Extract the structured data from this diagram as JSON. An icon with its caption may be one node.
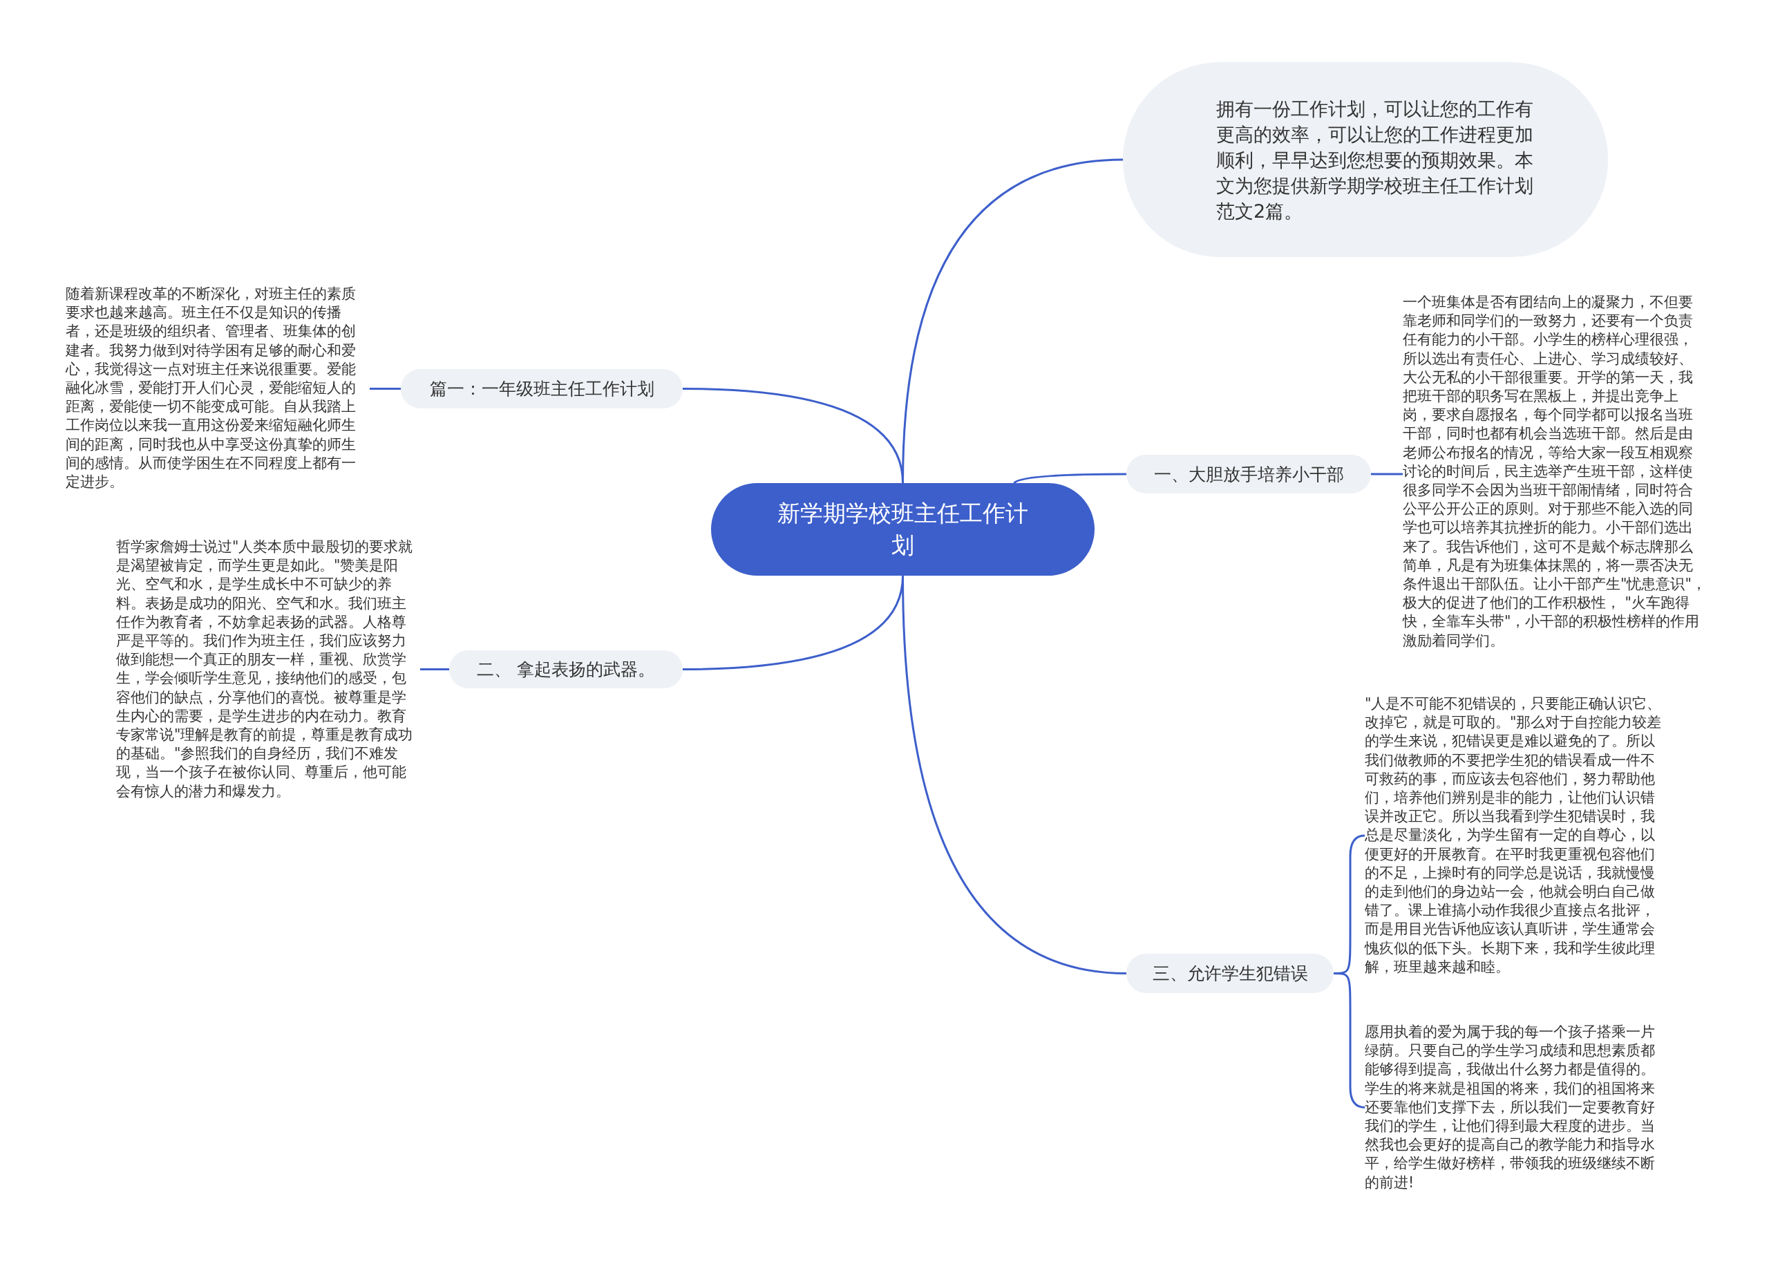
{
  "diagram": {
    "nodes": [
      {
        "text": [
          "新学期学校班主任工作计划"
        ]
      },
      {
        "text": [
          "拥有一份工作计划，可以让您的工作有更高的效率，可以让您的工作进程更加顺利，早早达到您想要的预期效果。本文为您提供新学期学校班主任工作计划范文2篇。"
        ]
      },
      {
        "text": [
          "篇一：一年级班主任工作计划"
        ]
      },
      {
        "text": [
          "随着新课程改革的不断深化，对班主任的素质要求也越来越高。班主任不仅是知识的传播者，还是班级的组织者、管理者、班集体的创建者。我努力做到对待学困有足够的耐心和爱心，我觉得这一点对班主任来说很重要。爱能融化冰雪，爱能打开人们心灵，爱能缩短人的距离，爱能使一切不能变成可能。自从我踏上工作岗位以来我一直用这份爱来缩短融化师生间的距离，同时我也从中享受这份真挚的师生间的感情。从而使学困生在不同程度上都有一定进步。"
        ]
      },
      {
        "text": [
          "一、大胆放手培养小干部"
        ]
      },
      {
        "text": [
          "一个班集体是否有团结向上的凝聚力，不但要靠老师和同学们的一致努力，还要有一个负责任有能力的小干部。小学生的榜样心理很强，所以选出有责任心、上进心、学习成绩较好、大公无私的小干部很重要。开学的第一天，我把班干部的职务写在黑板上，并提出竞争上岗，要求自愿报名，每个同学都可以报名当班干部，同时也都有机会当选班干部。然后是由老师公布报名的情况，等给大家一段互相观察讨论的时间后，民主选举产生班干部，这样使很多同学不会因为当班干部闹情绪，同时符合公平公开公正的原则。对于那些不能入选的同学也可以培养其抗挫折的能力。小干部们选出来了。我告诉他们，这可不是戴个标志牌那么简单，凡是有为班集体抹黑的，将一票否决无条件退出干部队伍。让小干部产生\"忧患意识\"，极大的促进了他们的工作积极性， \"火车跑得快，全靠车头带\"，小干部的积极性榜样的作用激励着同学们。"
        ]
      },
      {
        "text": [
          "二、 拿起表扬的武器。"
        ]
      },
      {
        "text": [
          "哲学家詹姆士说过\"人类本质中最殷切的要求就是渴望被肯定，而学生更是如此。\"赞美是阳光、空气和水，是学生成长中不可缺少的养料。表扬是成功的阳光、空气和水。我们班主任作为教育者，不妨拿起表扬的武器。人格尊严是平等的。我们作为班主任，我们应该努力做到能想一个真正的朋友一样，重视、欣赏学生，学会倾听学生意见，接纳他们的感受，包容他们的缺点，分享他们的喜悦。被尊重是学生内心的需要，是学生进步的内在动力。教育专家常说\"理解是教育的前提，尊重是教育成功的基础。\"参照我们的自身经历，我们不难发现，当一个孩子在被你认同、尊重后，他可能会有惊人的潜力和爆发力。"
        ]
      },
      {
        "text": [
          "三、允许学生犯错误"
        ]
      },
      {
        "text": [
          "\"人是不可能不犯错误的，只要能正确认识它、改掉它，就是可取的。\"那么对于自控能力较差的学生来说，犯错误更是难以避免的了。所以我们做教师的不要把学生犯的错误看成一件不可救药的事，而应该去包容他们，努力帮助他们，培养他们辨别是非的能力，让他们认识错误并改正它。所以当我看到学生犯错误时，我总是尽量淡化，为学生留有一定的自尊心，以便更好的开展教育。在平时我更重视包容他们的不足，上操时有的同学总是说话，我就慢慢的走到他们的身边站一会，他就会明白自己做错了。课上谁搞小动作我很少直接点名批评，而是用目光告诉他应该认真听讲，学生通常会愧疚似的低下头。长期下来，我和学生彼此理解，班里越来越和睦。"
        ]
      },
      {
        "text": [
          "愿用执着的爱为属于我的每一个孩子搭乘一片绿荫。只要自己的学生学习成绩和思想素质都能够得到提高，我做出什么努力都是值得的。学生的将来就是祖国的将来，我们的祖国将来还要靠他们支撑下去，所以我们一定要教育好我们的学生，让他们得到最大程度的进步。当然我也会更好的提高自己的教学能力和指导水平，给学生做好榜样，带领我的班级继续不断的前进!"
        ]
      }
    ],
    "edges": [
      {
        "from": 0,
        "to": 1,
        "arrow": "none"
      },
      {
        "from": 0,
        "to": 2,
        "arrow": "none"
      },
      {
        "from": 0,
        "to": 4,
        "arrow": "none"
      },
      {
        "from": 0,
        "to": 6,
        "arrow": "none"
      },
      {
        "from": 0,
        "to": 8,
        "arrow": "none"
      },
      {
        "from": 2,
        "to": 3,
        "arrow": "none"
      },
      {
        "from": 4,
        "to": 5,
        "arrow": "none"
      },
      {
        "from": 6,
        "to": 7,
        "arrow": "none"
      },
      {
        "from": 8,
        "to": 9,
        "arrow": "none"
      },
      {
        "from": 8,
        "to": 10,
        "arrow": "none"
      }
    ]
  }
}
